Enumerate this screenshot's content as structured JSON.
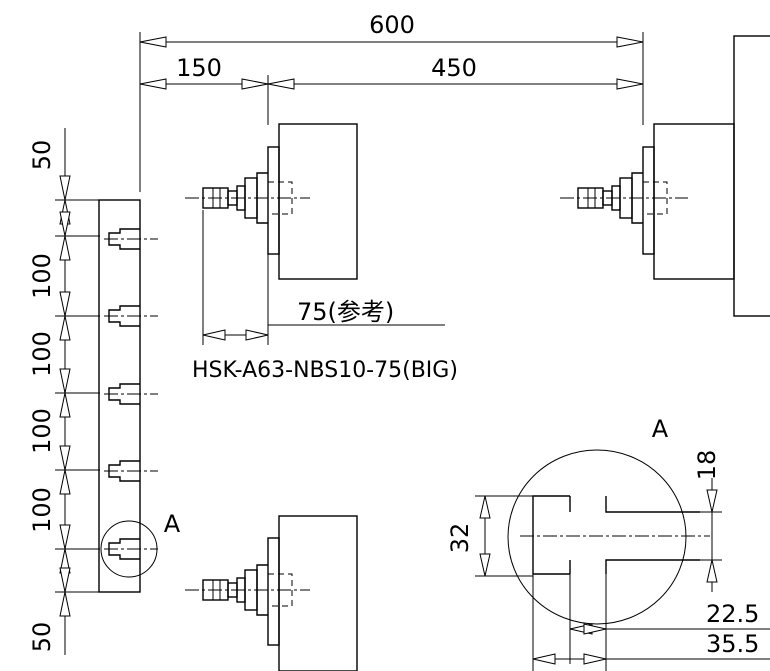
{
  "dimensions": {
    "overall": "600",
    "left_offset": "150",
    "spindle_span": "450",
    "top_margin": "50",
    "bottom_margin": "50",
    "pitch_1": "100",
    "pitch_2": "100",
    "pitch_3": "100",
    "pitch_4": "100",
    "tool_length": "75(参考)",
    "slot_height": "32",
    "slot_width": "18",
    "depth_1": "22.5",
    "depth_2": "35.5"
  },
  "labels": {
    "tool_name": "HSK-A63-NBS10-75(BIG)",
    "detail_marker": "A",
    "detail_title": "A"
  },
  "colors": {
    "line": "#000000",
    "background": "#ffffff"
  }
}
